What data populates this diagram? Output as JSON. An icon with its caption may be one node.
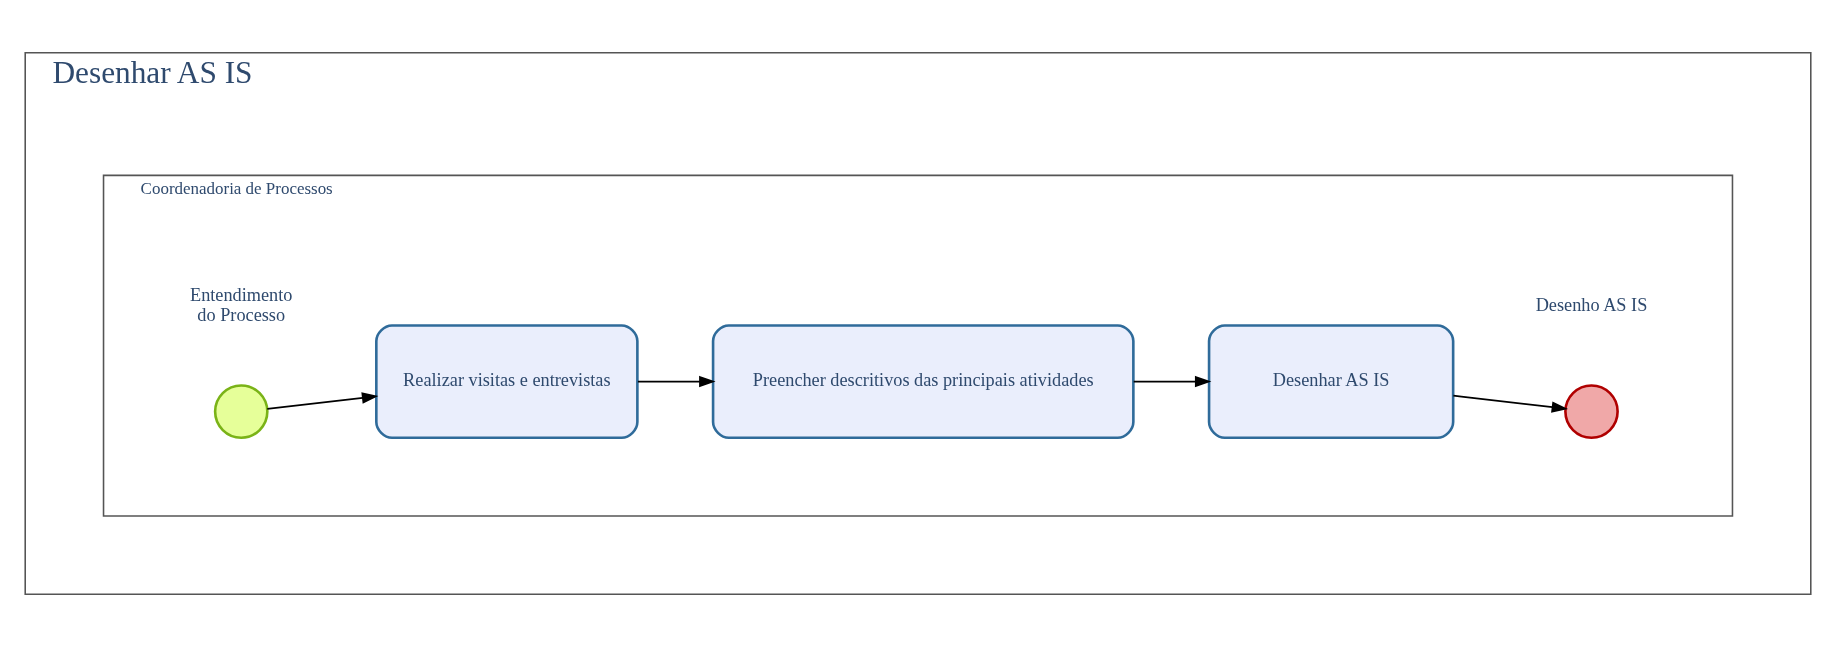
{
  "diagram": {
    "nodes": [
      {
        "text": [
          "Desenhar AS IS"
        ]
      },
      {
        "text": [
          "Coordenadoria de Processos"
        ],
        "in": 0
      },
      {
        "text": [],
        "shape": "circle",
        "beside": [
          "Entendimento do Processo"
        ],
        "in": 1
      },
      {
        "text": [
          "Realizar visitas e entrevistas"
        ],
        "in": 1
      },
      {
        "text": [
          "Preencher descritivos das principais atividades"
        ],
        "in": 1
      },
      {
        "text": [
          "Desenhar AS IS"
        ],
        "in": 1
      },
      {
        "text": [],
        "shape": "circle",
        "beside": [
          "Desenho AS IS"
        ],
        "in": 1
      }
    ],
    "edges": [
      {
        "from": 2,
        "to": 3,
        "arrow": "to"
      },
      {
        "from": 3,
        "to": 4,
        "arrow": "to"
      },
      {
        "from": 4,
        "to": 5,
        "arrow": "to"
      },
      {
        "from": 5,
        "to": 6,
        "arrow": "to"
      }
    ]
  }
}
